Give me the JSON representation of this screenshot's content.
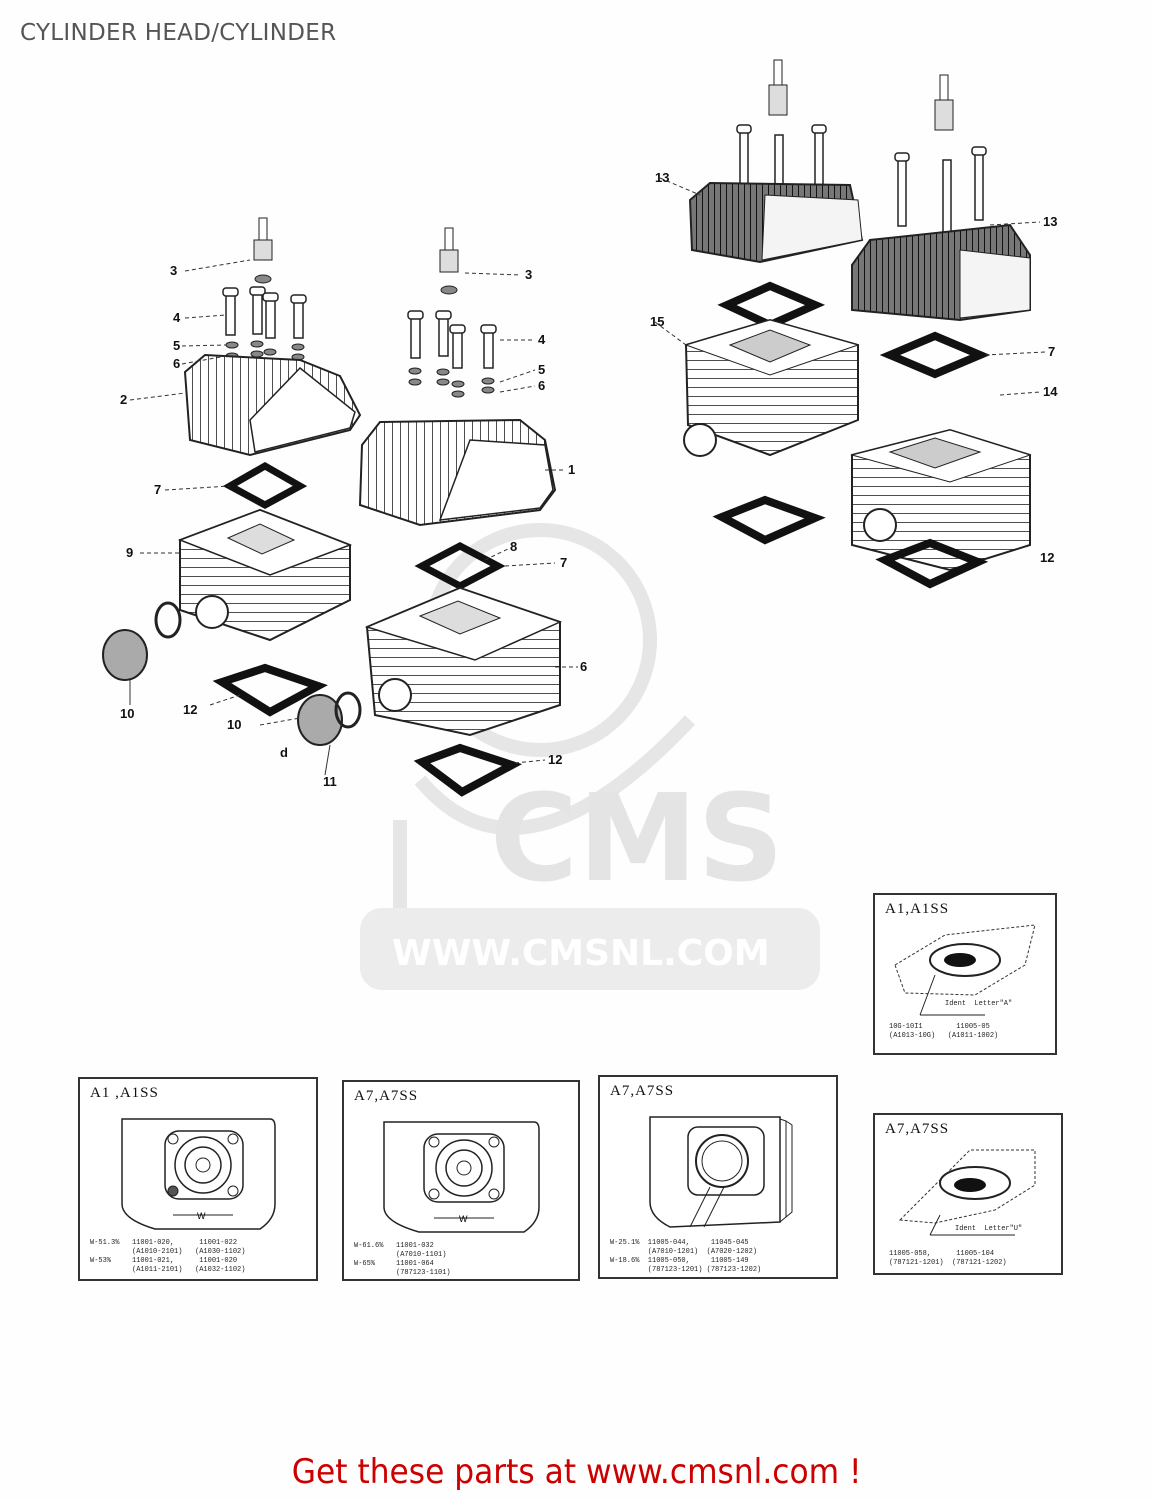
{
  "page": {
    "title": "CYLINDER HEAD/CYLINDER",
    "footer": "Get these parts at www.cmsnl.com !",
    "footer_color": "#cc0000"
  },
  "watermark": {
    "logo": "CMS",
    "url": "WWW.CMSNL.COM"
  },
  "callouts": [
    {
      "id": "c1",
      "label": "3"
    },
    {
      "id": "c2",
      "label": "4"
    },
    {
      "id": "c3",
      "label": "5"
    },
    {
      "id": "c4",
      "label": "6"
    },
    {
      "id": "c5",
      "label": "2"
    },
    {
      "id": "c6",
      "label": "7"
    },
    {
      "id": "c7",
      "label": "9"
    },
    {
      "id": "c8",
      "label": "10"
    },
    {
      "id": "c9",
      "label": "12"
    },
    {
      "id": "c10",
      "label": "10"
    },
    {
      "id": "c11",
      "label": "d"
    },
    {
      "id": "c12",
      "label": "11"
    },
    {
      "id": "c13",
      "label": "3"
    },
    {
      "id": "c14",
      "label": "4"
    },
    {
      "id": "c15",
      "label": "5"
    },
    {
      "id": "c16",
      "label": "6"
    },
    {
      "id": "c17",
      "label": "1"
    },
    {
      "id": "c18",
      "label": "8"
    },
    {
      "id": "c19",
      "label": "7"
    },
    {
      "id": "c20",
      "label": "6"
    },
    {
      "id": "c21",
      "label": "12"
    },
    {
      "id": "c22",
      "label": "13"
    },
    {
      "id": "c23",
      "label": "13"
    },
    {
      "id": "c24",
      "label": "15"
    },
    {
      "id": "c25",
      "label": "7"
    },
    {
      "id": "c26",
      "label": "14"
    },
    {
      "id": "c27",
      "label": "12"
    }
  ],
  "insets": [
    {
      "title": "A1,A1SS",
      "ident": "Ident  Letter\"A\"",
      "notes": "10G-10I1        11005-05\n(A1013-10G)   (A1011-1002)"
    },
    {
      "title": "A1 ,A1SS",
      "dim": "W",
      "notes": "W-51.3%   11001-020,      11001-022\n          (A1010-2101)   (A1030-1102)\nW-53%     11001-021,      11001-020\n          (A1011-2101)   (A1032-1102)"
    },
    {
      "title": "A7,A7SS",
      "dim": "W",
      "notes": "W-61.6%   11001-032\n          (A7010-1101)\nW-65%     11001-064\n          (787123-1101)"
    },
    {
      "title": "A7,A7SS",
      "notes": "W-25.1%  11005-044,     11045-045\n         (A7010-1201)  (A7020-1202)\nW-18.6%  11005-050,     11005-149\n         (787123-1201) (787123-1202)"
    },
    {
      "title": "A7,A7SS",
      "ident": "Ident  Letter\"U\"",
      "notes": "11005-058,      11005-104\n(787121-1201)  (787121-1202)"
    }
  ]
}
